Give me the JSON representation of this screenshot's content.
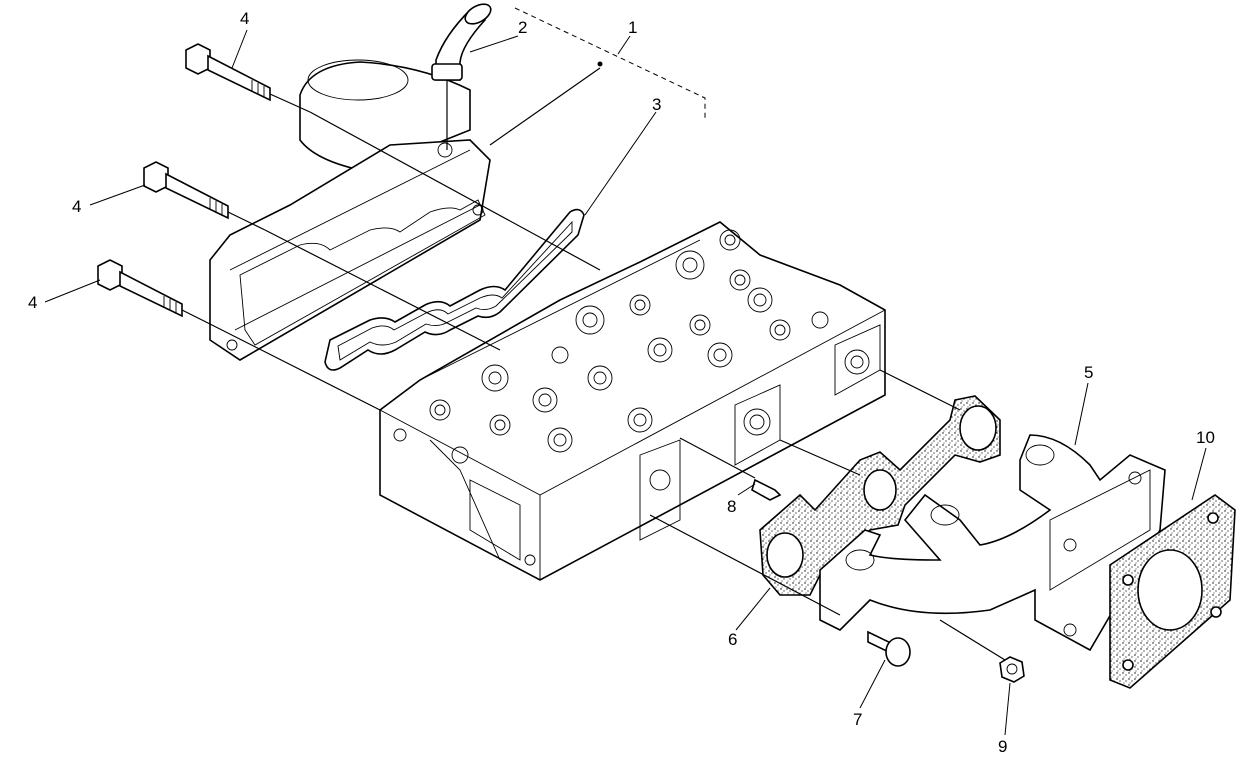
{
  "callouts": [
    {
      "id": "c1",
      "label": "1"
    },
    {
      "id": "c2",
      "label": "2"
    },
    {
      "id": "c3",
      "label": "3"
    },
    {
      "id": "c4a",
      "label": "4"
    },
    {
      "id": "c4b",
      "label": "4"
    },
    {
      "id": "c4c",
      "label": "4"
    },
    {
      "id": "c5",
      "label": "5"
    },
    {
      "id": "c6",
      "label": "6"
    },
    {
      "id": "c7",
      "label": "7"
    },
    {
      "id": "c8",
      "label": "8"
    },
    {
      "id": "c9",
      "label": "9"
    },
    {
      "id": "c10",
      "label": "10"
    }
  ]
}
